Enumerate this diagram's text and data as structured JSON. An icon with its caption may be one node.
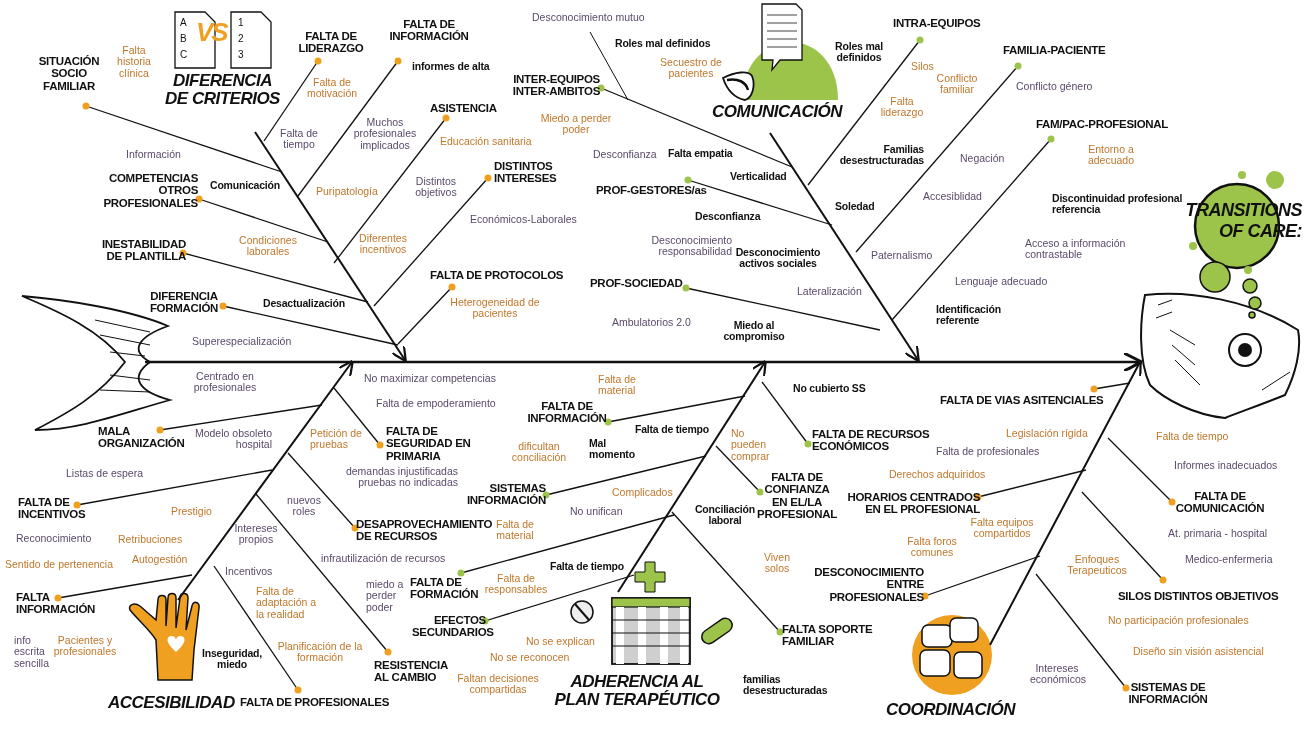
{
  "diagram": {
    "title": "TRANSITIONS OF CARE:",
    "labels": [
      "DIFERENCIA DE CRITERIOS",
      "SITUACIÓN SOCIO FAMILIAR",
      "Falta historia clínica",
      "FALTA DE LIDERAZGO",
      "FALTA DE INFORMACIÓN",
      "informes de alta",
      "Falta de motivación",
      "Falta de tiempo",
      "Muchos profesionales implicados",
      "ASISTENCIA",
      "Educación sanitaria",
      "Información",
      "COMPETENCIAS OTROS PROFESIONALES",
      "Comunicación",
      "Puripatología",
      "Distintos objetivos",
      "DISTINTOS INTERESES",
      "Económicos-Laborales",
      "INESTABILIDAD DE PLANTILLA",
      "Condiciones laborales",
      "Diferentes incentivos",
      "FALTA DE PROTOCOLOS",
      "DIFERENCIA FORMACIÓN",
      "Desactualización",
      "Heterogeneidad de pacientes",
      "Superespecialización",
      "COMUNICACIÓN",
      "Desconocimiento mutuo",
      "Roles mal definidos",
      "Secuestro de pacientes",
      "INTER-EQUIPOS INTER-AMBITOS",
      "Miedo a perder poder",
      "Desconfianza",
      "Falta empatia",
      "Verticalidad",
      "PROF-GESTORES/as",
      "Desconfianza",
      "Desconocimiento responsabilidad",
      "Desconocimiento activos sociales",
      "PROF-SOCIEDAD",
      "Lateralización",
      "Ambulatorios 2.0",
      "Miedo al compromiso",
      "Roles mal definidos",
      "INTRA-EQUIPOS",
      "Silos",
      "Conflicto familiar",
      "FAMILIA-PACIENTE",
      "Conflicto género",
      "Falta liderazgo",
      "FAM/PAC-PROFESIONAL",
      "Familias desestructuradas",
      "Negación",
      "Entorno a adecuado",
      "Soledad",
      "Accesiblidad",
      "Discontinuidad profesional referencia",
      "Acceso a información contrastable",
      "Paternalismo",
      "Lenguaje adecuado",
      "Identificación referente",
      "Centrado en profesionales",
      "No maximizar competencias",
      "Falta de empoderamiento",
      "MALA ORGANIZACIÓN",
      "Modelo obsoleto hospital",
      "Petición de pruebas",
      "FALTA DE SEGURIDAD EN PRIMARIA",
      "Listas de espera",
      "demandas injustificadas pruebas no indicadas",
      "FALTA DE INCENTIVOS",
      "Prestigio",
      "nuevos roles",
      "Intereses propios",
      "DESAPROVECHAMIENTO DE RECURSOS",
      "Reconocimiento",
      "Retribuciones",
      "Sentido de pertenencia",
      "Autogestión",
      "infrautilización de recursos",
      "Incentivos",
      "FALTA INFORMACIÓN",
      "Falta de adaptación a la realidad",
      "miedo a perder poder",
      "info escrita sencilla",
      "Pacientes y profesionales",
      "Inseguridad, miedo",
      "Planificación de la formación",
      "RESISTENCIA AL CAMBIO",
      "ACCESIBILIDAD",
      "FALTA DE PROFESIONALES",
      "Falta de material",
      "No cubierto SS",
      "FALTA DE INFORMACIÓN",
      "Falta de tiempo",
      "No pueden comprar",
      "FALTA DE RECURSOS ECONÓMICOS",
      "dificultan conciliación",
      "Mal momento",
      "FALTA DE CONFIANZA EN EL/LA PROFESIONAL",
      "SISTEMAS INFORMACIÓN",
      "Complicados",
      "No unifican",
      "Conciliación laboral",
      "Falta de material",
      "Falta de tiempo",
      "Viven solos",
      "FALTA DE FORMACIÓN",
      "Falta de responsables",
      "DESCONOCIMIENTO ENTRE PROFESIONALES",
      "EFECTOS SECUNDARIOS",
      "FALTA SOPORTE FAMILIAR",
      "No se explican",
      "No se reconocen",
      "Faltan decisiones compartidas",
      "familias desestructuradas",
      "ADHERENCIA AL PLAN TERAPÉUTICO",
      "FALTA DE VIAS ASITENCIALES",
      "Legislación rígida",
      "Falta de tiempo",
      "Falta de profesionales",
      "Informes inadecuados",
      "Derechos adquiridos",
      "HORARIOS CENTRADOS EN EL PROFESIONAL",
      "FALTA DE COMUNICACIÓN",
      "Falta equipos compartidos",
      "Falta foros comunes",
      "At. primaria - hospital",
      "Enfoques Terapeuticos",
      "Medico-enfermeria",
      "SILOS DISTINTOS OBJETIVOS",
      "No participación profesionales",
      "Diseño sin visión asistencial",
      "Intereses económicos",
      "SISTEMAS DE INFORMACIÓN",
      "COORDINACIÓN",
      "A",
      "B",
      "C",
      "VS",
      "1",
      "2",
      "3"
    ]
  }
}
